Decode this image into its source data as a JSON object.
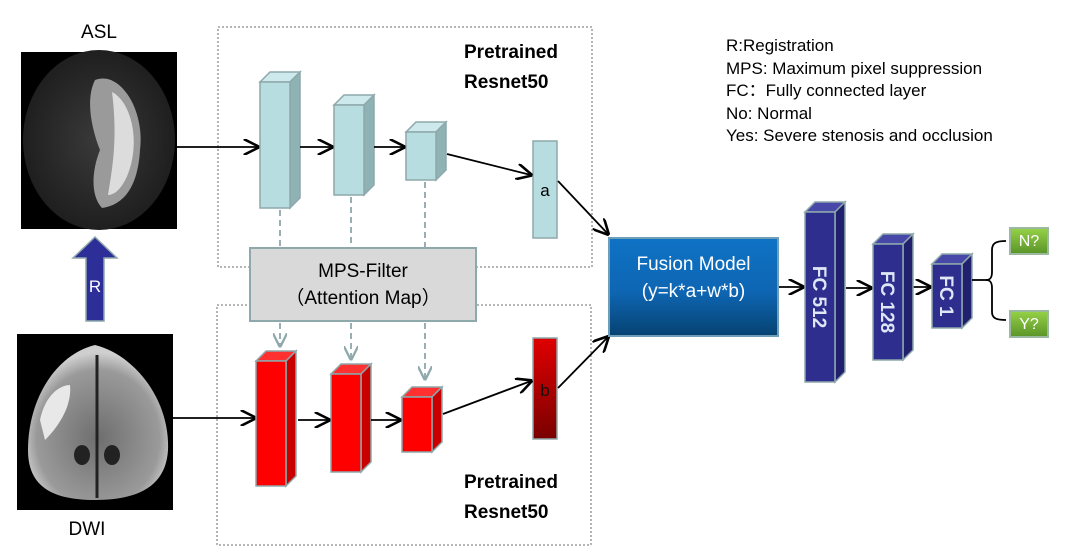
{
  "inputs": {
    "asl_label": "ASL",
    "dwi_label": "DWI",
    "registration_arrow_label": "R"
  },
  "branches": {
    "top_title_line1": "Pretrained",
    "top_title_line2": "Resnet50",
    "bottom_title_line1": "Pretrained",
    "bottom_title_line2": "Resnet50",
    "top_feature_label": "a",
    "bottom_feature_label": "b"
  },
  "mps_filter": {
    "line1": "MPS-Filter",
    "line2": "（Attention Map）"
  },
  "fusion": {
    "line1": "Fusion Model",
    "line2": "(y=k*a+w*b)"
  },
  "fc_layers": [
    {
      "label": "FC 512"
    },
    {
      "label": "FC 128"
    },
    {
      "label": "FC 1"
    }
  ],
  "outputs": [
    {
      "label": "N?"
    },
    {
      "label": "Y?"
    }
  ],
  "legend": [
    "R:Registration",
    "MPS: Maximum pixel suppression",
    "FC：Fully connected layer",
    "No: Normal",
    "Yes: Severe stenosis and occlusion"
  ],
  "colors": {
    "top_block": "#b7dde1",
    "bottom_block": "#ff0000",
    "fc_block": "#2e2e8f",
    "fusion": "#0e66b3",
    "mps_box": "#d9d9d9",
    "output": "#7ab83a"
  }
}
